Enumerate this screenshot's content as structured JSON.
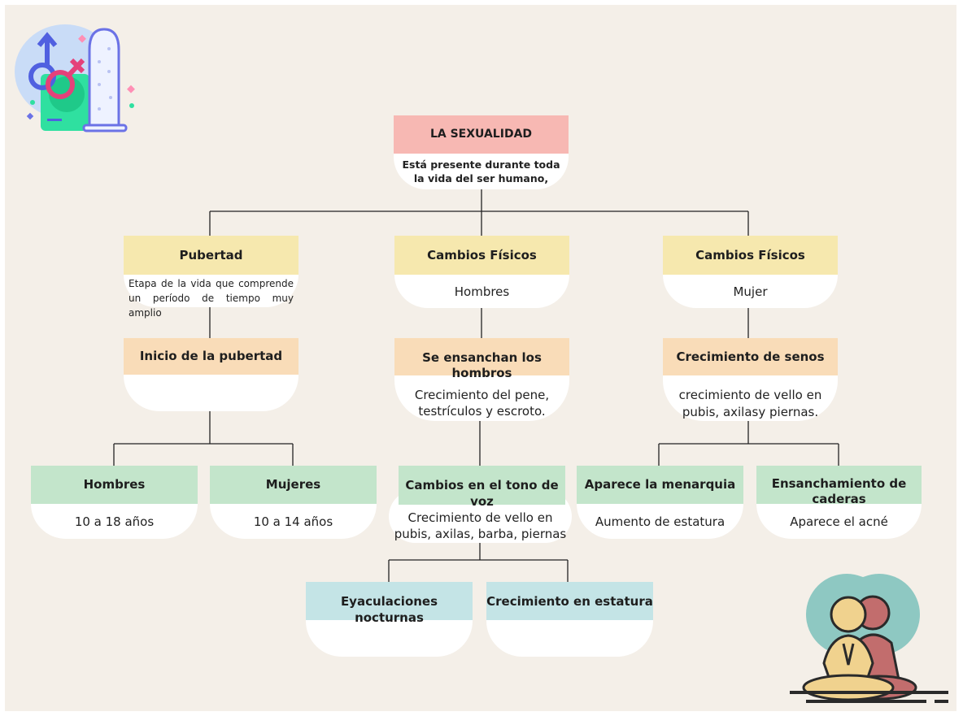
{
  "root": {
    "title": "LA SEXUALIDAD",
    "text": "Está presente durante toda la vida del ser humano,"
  },
  "pubertad": {
    "title": "Pubertad",
    "text": "Etapa de la vida que comprende un período de tiempo muy amplio"
  },
  "cambios_hombres": {
    "title": "Cambios Físicos",
    "text": "Hombres"
  },
  "cambios_mujer": {
    "title": "Cambios Físicos",
    "text": "Mujer"
  },
  "inicio": {
    "title": "Inicio de la pubertad",
    "text": ""
  },
  "hombros": {
    "title": "Se ensanchan los hombros",
    "text": "Crecimiento del pene, testrículos y escroto."
  },
  "senos": {
    "title": "Crecimiento de senos",
    "text": "crecimiento de vello en pubis, axilasy piernas."
  },
  "edad_hombres": {
    "title": "Hombres",
    "text": "10 a 18 años"
  },
  "edad_mujeres": {
    "title": "Mujeres",
    "text": "10 a 14 años"
  },
  "voz": {
    "title": "Cambios en el tono de voz",
    "text": "Crecimiento de vello en pubis, axilas, barba, piernas"
  },
  "menarquia": {
    "title": "Aparece la menarquia",
    "text": "Aumento de estatura"
  },
  "caderas": {
    "title": "Ensanchamiento de caderas",
    "text": "Aparece el acné"
  },
  "eyaculaciones": {
    "title": "Eyaculaciones nocturnas",
    "text": ""
  },
  "estatura": {
    "title": "Crecimiento en estatura",
    "text": ""
  },
  "colors": {
    "background": "#f4efe8",
    "pink": "#f7b8b3",
    "yellow": "#f6e8ae",
    "orange": "#f9dcb8",
    "green": "#c3e5cb",
    "blue": "#c4e4e6"
  },
  "icons": [
    "gender-symbols-condom-icon",
    "meditating-couple-icon"
  ]
}
